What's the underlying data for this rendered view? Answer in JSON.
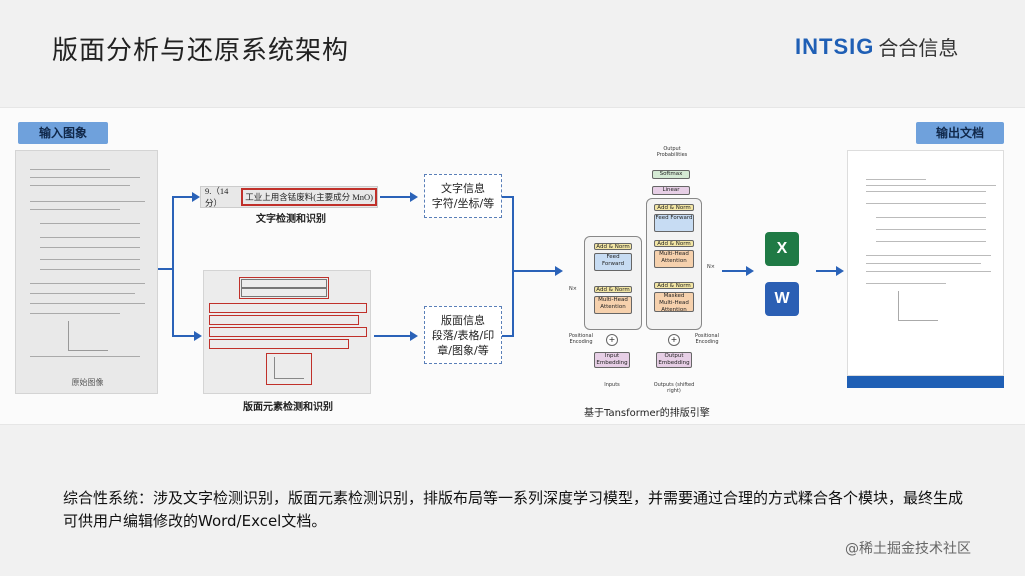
{
  "header": {
    "title": "版面分析与还原系统架构",
    "logo_en": "INTSIG",
    "logo_cn": "合合信息"
  },
  "diagram": {
    "input_tag": "输入图象",
    "output_tag": "输出文档",
    "input_caption": "原始图像",
    "text_detection_snippet_prefix": "9.（14 分）",
    "text_detection_snippet": "工业上用含锰废料(主要成分 MnO)",
    "text_detection_caption": "文字检测和识别",
    "layout_detection_caption": "版面元素检测和识别",
    "text_info_box": {
      "line1": "文字信息",
      "line2": "字符/坐标/等"
    },
    "layout_info_box": {
      "line1": "版面信息",
      "line2": "段落/表格/印",
      "line3": "章/图象/等"
    },
    "transformer_caption": "基于Tansformer的排版引擎",
    "transformer": {
      "output_probabilities": "Output Probabilities",
      "softmax": "Softmax",
      "linear": "Linear",
      "add_norm": "Add & Norm",
      "feed_forward": "Feed Forward",
      "multi_head_attention": "Multi-Head Attention",
      "masked_multi_head_attention": "Masked Multi-Head Attention",
      "positional_encoding": "Positional Encoding",
      "input_embedding": "Input Embedding",
      "output_embedding": "Output Embedding",
      "inputs": "Inputs",
      "outputs": "Outputs (shifted right)",
      "nx": "N×"
    },
    "apps": [
      {
        "name": "excel-icon",
        "letter": "X",
        "color": "#1f7a45"
      },
      {
        "name": "word-icon",
        "letter": "W",
        "color": "#2b5fb4"
      }
    ]
  },
  "description": "综合性系统：涉及文字检测识别，版面元素检测识别，排版布局等一系列深度学习模型，并需要通过合理的方式糅合各个模块，最终生成可供用户编辑修改的Word/Excel文档。",
  "watermark": "@稀土掘金技术社区"
}
